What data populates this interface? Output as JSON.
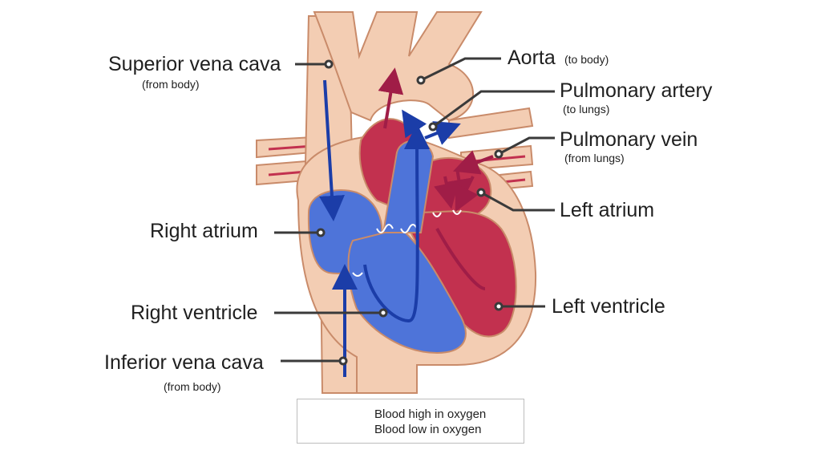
{
  "labels": {
    "superior_vena_cava": "Superior vena cava",
    "superior_vena_cava_note": "(from body)",
    "aorta": "Aorta",
    "aorta_note": "(to body)",
    "pulmonary_artery": "Pulmonary artery",
    "pulmonary_artery_note": "(to lungs)",
    "pulmonary_vein": "Pulmonary vein",
    "pulmonary_vein_note": "(from lungs)",
    "right_atrium": "Right atrium",
    "left_atrium": "Left atrium",
    "right_ventricle": "Right ventricle",
    "left_ventricle": "Left ventricle",
    "inferior_vena_cava": "Inferior vena cava",
    "inferior_vena_cava_note": "(from body)"
  },
  "legend": {
    "high_oxygen": "Blood high in oxygen",
    "low_oxygen": "Blood low in oxygen"
  },
  "colors": {
    "tissue": "#f3cdb3",
    "outline": "#c98b6a",
    "oxygen_rich": "#c2314f",
    "oxygen_poor": "#4e74d9",
    "arrow_red": "#a01d47",
    "arrow_blue": "#1b3da8",
    "leader_line": "#3a3a3a"
  }
}
